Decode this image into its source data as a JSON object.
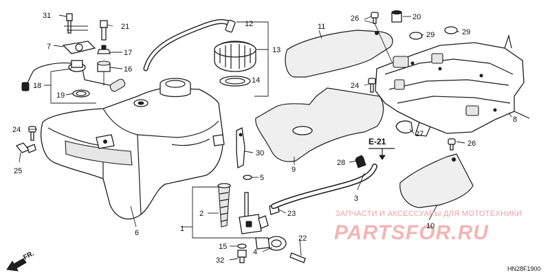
{
  "callouts": [
    "1",
    "2",
    "3",
    "4",
    "5",
    "6",
    "7",
    "8",
    "9",
    "10",
    "11",
    "12",
    "13",
    "14",
    "15",
    "16",
    "17",
    "18",
    "19",
    "20",
    "21",
    "22",
    "23",
    "24",
    "24",
    "25",
    "26",
    "26",
    "27",
    "28",
    "29",
    "29",
    "30",
    "31",
    "32"
  ],
  "reference": "E-21",
  "direction_label": "FR.",
  "diagram_code": "HN28F1900",
  "watermark": {
    "tagline": "ЗАПЧАСТИ И АКСЕССУАРЫ ДЛЯ МОТОТЕХНИКИ",
    "brand": "PARTSFOR.RU"
  },
  "colors": {
    "line": "#1a1a1a",
    "watermark": "#f3b5b5"
  }
}
